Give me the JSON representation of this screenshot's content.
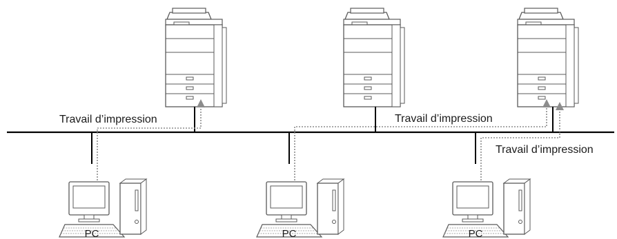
{
  "diagram": {
    "labels": {
      "job_left": "Travail d’impression",
      "job_middle": "Travail d’impression",
      "job_right": "Travail d’impression"
    },
    "computers": [
      {
        "label": "PC"
      },
      {
        "label": "PC"
      },
      {
        "label": "PC"
      }
    ],
    "colors": {
      "line": "#000000",
      "dotted": "#8c8c8c",
      "arrow": "#8c8c8c",
      "device_stroke": "#595959",
      "device_fill": "#ffffff"
    }
  }
}
